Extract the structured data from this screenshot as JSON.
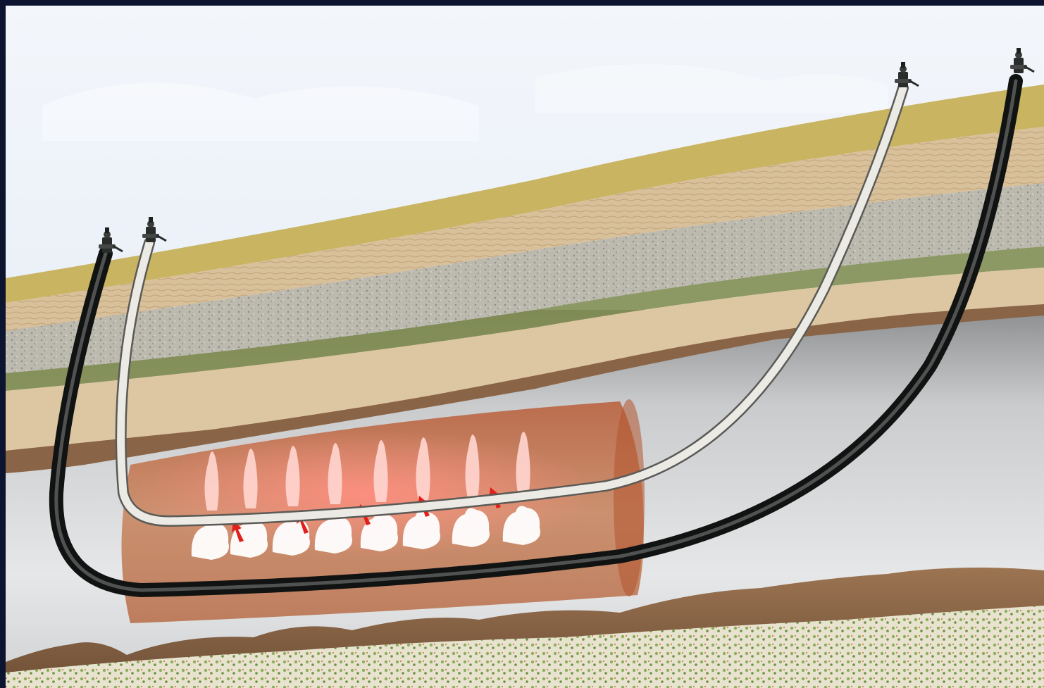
{
  "colors": {
    "frame": "#0d1430",
    "sky_top": "#f3f6fb",
    "sky_bottom": "#dfe9f4",
    "topsoil": "#c8b25e",
    "sandstone": "#d9c29a",
    "gray_stratum": "#b9b7ae",
    "dark_seam": "#7a5a3c",
    "seam_chamber": "#c17a52",
    "cavity": "#d4d6d8",
    "lower_rock": "#8e6b4c",
    "moss": "#8fa85a",
    "steam": "#ffffff",
    "heat_glow": "#ff6a5a",
    "arrow": "#e0201a",
    "producer_well": "#2b2d2c",
    "injector_well": "#e9e7e1"
  },
  "icons": {
    "wellhead": "wellhead-valve-icon",
    "flow": "red-arrow-icon"
  },
  "diagram": {
    "well_pairs": 2,
    "steam_plumes": 8,
    "flow_arrows": 5
  }
}
